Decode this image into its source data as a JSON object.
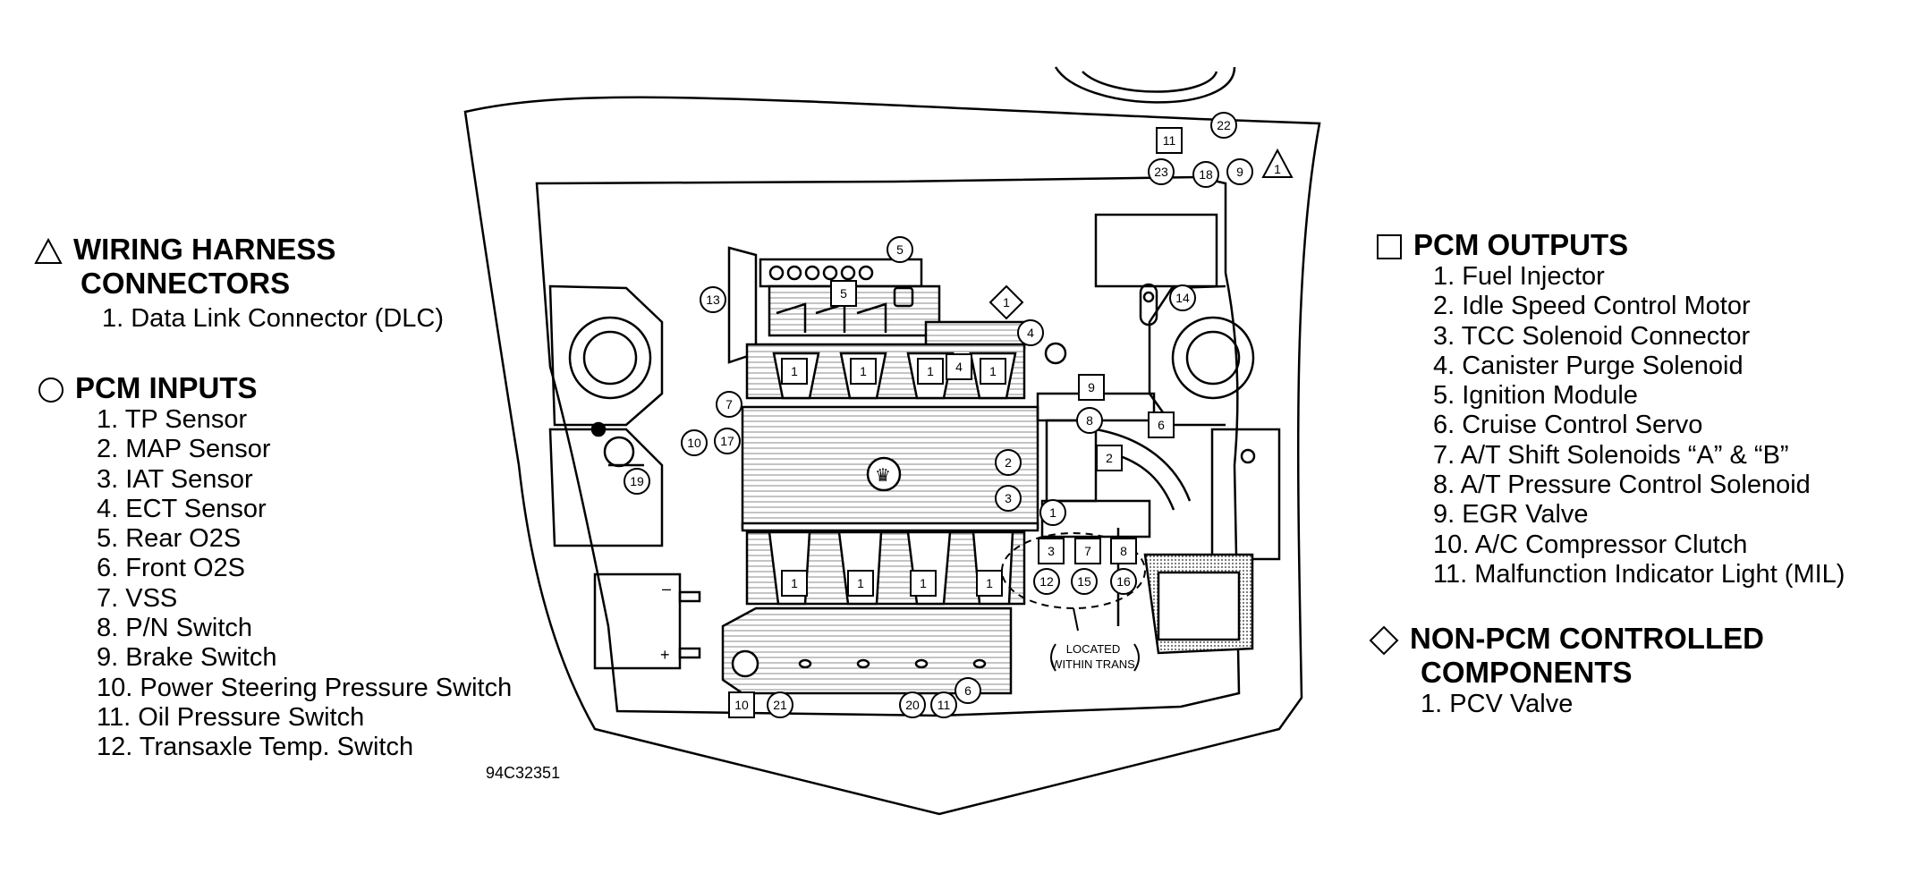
{
  "legend": {
    "wiring_harness": {
      "title_line1": "WIRING HARNESS",
      "title_line2": "CONNECTORS",
      "items": [
        "1. Data Link Connector (DLC)"
      ]
    },
    "pcm_inputs": {
      "title": "PCM INPUTS",
      "items": [
        "1. TP Sensor",
        "2. MAP Sensor",
        "3. IAT Sensor",
        "4. ECT Sensor",
        "5. Rear O2S",
        "6. Front O2S",
        "7. VSS",
        "8. P/N Switch",
        "9. Brake Switch",
        "10. Power Steering Pressure Switch",
        "11. Oil Pressure Switch",
        "12. Transaxle Temp. Switch"
      ]
    },
    "pcm_outputs": {
      "title": "PCM OUTPUTS",
      "items": [
        "1. Fuel Injector",
        "2. Idle Speed Control Motor",
        "3. TCC Solenoid Connector",
        "4. Canister Purge Solenoid",
        "5. Ignition Module",
        "6. Cruise Control Servo",
        "7. A/T Shift Solenoids “A” & “B”",
        "8. A/T Pressure Control Solenoid",
        "9. EGR Valve",
        "10. A/C Compressor Clutch",
        "11. Malfunction Indicator Light (MIL)"
      ]
    },
    "non_pcm": {
      "title_line1": "NON-PCM CONTROLLED",
      "title_line2": "COMPONENTS",
      "items": [
        "1. PCV Valve"
      ]
    }
  },
  "diagram": {
    "figure_code": "94C32351",
    "trans_note_line1": "LOCATED",
    "trans_note_line2": "WITHIN TRANS",
    "callouts": {
      "sq_11_top": "11",
      "c_22": "22",
      "c_23": "23",
      "c_18": "18",
      "c_9_top": "9",
      "t_1": "1",
      "c_5_top": "5",
      "sq_5": "5",
      "c_13": "13",
      "d_1": "1",
      "c_4": "4",
      "c_14": "14",
      "sq_1_a": "1",
      "sq_1_b": "1",
      "sq_1_c": "1",
      "sq_4": "4",
      "sq_1_d": "1",
      "c_7": "7",
      "c_10": "10",
      "c_17": "17",
      "c_19": "19",
      "sq_9": "9",
      "c_8": "8",
      "sq_6": "6",
      "sq_2": "2",
      "c_2": "2",
      "c_3": "3",
      "c_1": "1",
      "sq_3": "3",
      "sq_7": "7",
      "sq_8": "8",
      "c_12": "12",
      "c_15": "15",
      "c_16": "16",
      "sq_1_e": "1",
      "sq_1_f": "1",
      "sq_1_g": "1",
      "sq_1_h": "1",
      "sq_10": "10",
      "c_21": "21",
      "c_20": "20",
      "c_11": "11",
      "c_6": "6"
    }
  }
}
